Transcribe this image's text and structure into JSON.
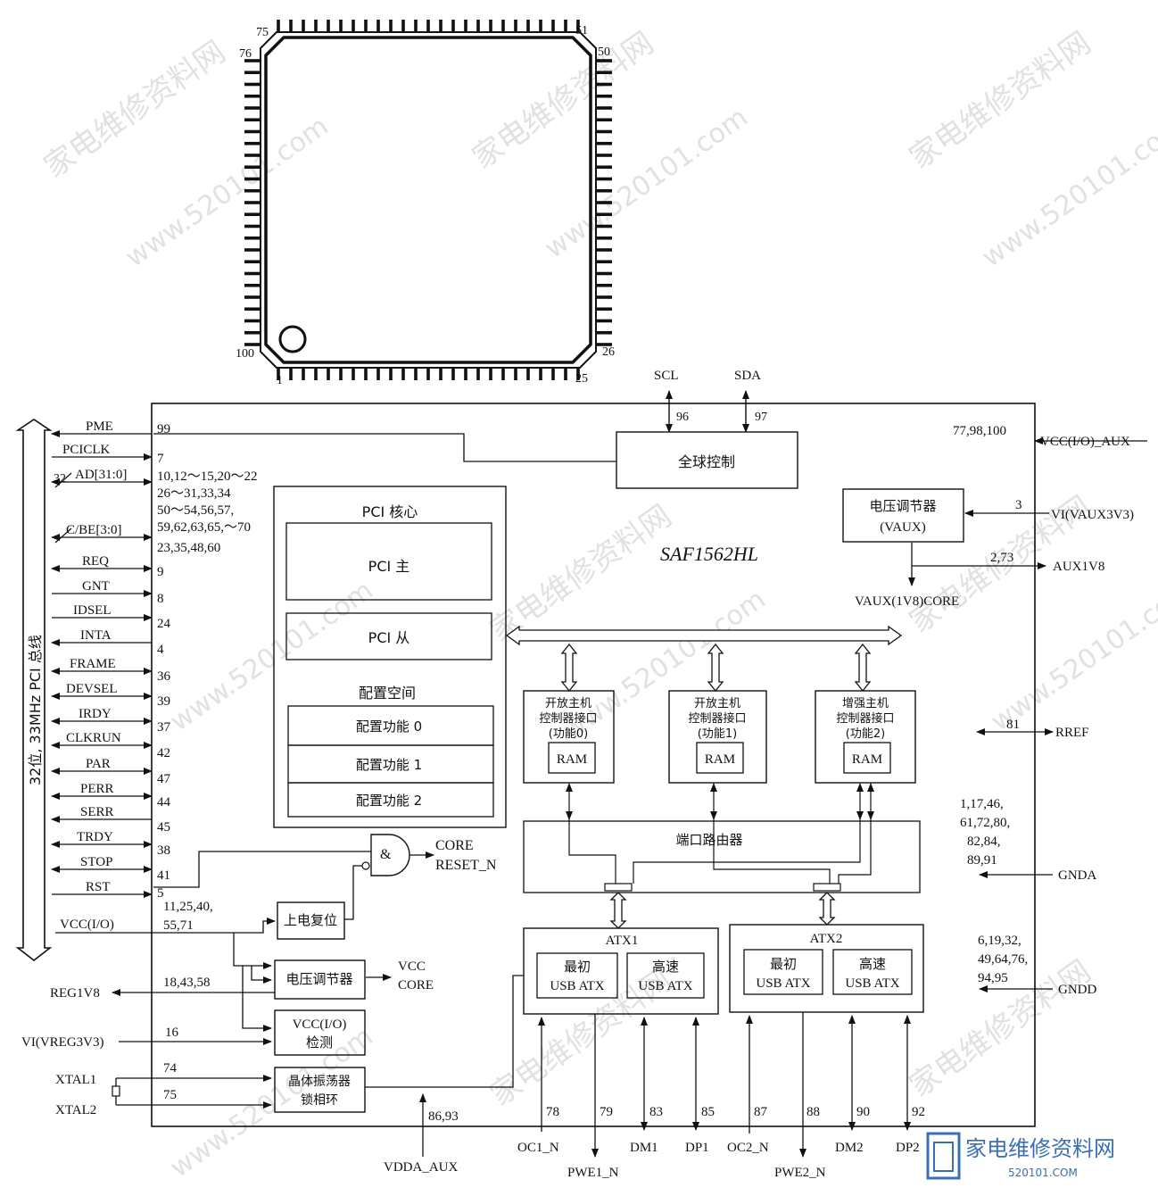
{
  "package": {
    "pin_labels": {
      "p75": "75",
      "p51": "51",
      "p76": "76",
      "p50": "50",
      "p100": "100",
      "p26": "26",
      "p1": "1",
      "p25": "25"
    }
  },
  "top_pins": {
    "scl": "SCL",
    "sda": "SDA",
    "scl_num": "96",
    "sda_num": "97"
  },
  "blocks": {
    "global_control": "全球控制",
    "chip_name": "SAF1562HL",
    "pci_core_title": "PCI 核心",
    "pci_master": "PCI 主",
    "pci_slave": "PCI 从",
    "config_space": "配置空间",
    "config_func0": "配置功能 0",
    "config_func1": "配置功能 1",
    "config_func2": "配置功能 2",
    "vreg_aux_line1": "电压调节器",
    "vreg_aux_line2": "(VAUX)",
    "ohci0": [
      "开放主机",
      "控制器接口",
      "(功能0)"
    ],
    "ohci1": [
      "开放主机",
      "控制器接口",
      "(功能1)"
    ],
    "ehci2": [
      "增强主机",
      "控制器接口",
      "(功能2)"
    ],
    "ram": "RAM",
    "port_router": "端口路由器",
    "atx1": "ATX1",
    "atx2": "ATX2",
    "orig_usb_line1": "最初",
    "hs_usb_line1": "高速",
    "usb_atx": "USB ATX",
    "and_symbol": "&",
    "core_reset": [
      "CORE",
      "RESET_N"
    ],
    "power_on_reset": "上电复位",
    "vreg_core": "电压调节器",
    "vcc_core": [
      "VCC",
      "CORE"
    ],
    "vcc_io_detect": [
      "VCC(I/O)",
      "检测"
    ],
    "xtal_pll": [
      "晶体振荡器",
      "锁相环"
    ]
  },
  "pci_bus": {
    "bus_label": "32位, 33MHz PCI 总线",
    "width_label": "32",
    "signals": [
      {
        "name": "PME",
        "pins": "99"
      },
      {
        "name": "PCICLK",
        "pins": "7"
      },
      {
        "name": "AD[31:0]",
        "pins": "10,12～15,20～22"
      },
      {
        "name": "",
        "pins": "26～31,33,34"
      },
      {
        "name": "",
        "pins": "50～54,56,57,"
      },
      {
        "name": "C/BE[3:0]",
        "pins": "59,62,63,65,～70"
      },
      {
        "name": "",
        "pins": "23,35,48,60"
      },
      {
        "name": "REQ",
        "pins": "9"
      },
      {
        "name": "GNT",
        "pins": "8"
      },
      {
        "name": "IDSEL",
        "pins": "24"
      },
      {
        "name": "INTA",
        "pins": "4"
      },
      {
        "name": "FRAME",
        "pins": "36"
      },
      {
        "name": "DEVSEL",
        "pins": "39"
      },
      {
        "name": "IRDY",
        "pins": "37"
      },
      {
        "name": "CLKRUN",
        "pins": "42"
      },
      {
        "name": "PAR",
        "pins": "47"
      },
      {
        "name": "PERR",
        "pins": "44"
      },
      {
        "name": "SERR",
        "pins": "45"
      },
      {
        "name": "TRDY",
        "pins": "38"
      },
      {
        "name": "STOP",
        "pins": "41"
      },
      {
        "name": "RST",
        "pins": "5"
      }
    ]
  },
  "left_pins": {
    "vcc_io": "VCC(I/O)",
    "vcc_io_pins_1": "11,25,40,",
    "vcc_io_pins_2": "55,71",
    "reg1v8": "REG1V8",
    "reg1v8_pins": "18,43,58",
    "vi_vreg": "VI(VREG3V3)",
    "vi_vreg_pin": "16",
    "xtal1": "XTAL1",
    "xtal1_pin": "74",
    "xtal2": "XTAL2",
    "xtal2_pin": "75"
  },
  "right_pins": {
    "vcc_io_aux": "VCC(I/O)_AUX",
    "vcc_io_aux_pins": "77,98,100",
    "vi_vaux": "VI(VAUX3V3)",
    "vi_vaux_pin": "3",
    "aux1v8": "AUX1V8",
    "aux1v8_pins": "2,73",
    "vaux_core": "VAUX(1V8)CORE",
    "rref": "RREF",
    "rref_pin": "81",
    "gnda": "GNDA",
    "gnda_pins": [
      "1,17,46,",
      "61,72,80,",
      "82,84,",
      "89,91"
    ],
    "gndd": "GNDD",
    "gndd_pins": [
      "6,19,32,",
      "49,64,76,",
      "94,95"
    ]
  },
  "bottom_pins": {
    "vdda_aux": "VDDA_AUX",
    "vdda_aux_pins": "86,93",
    "items": [
      {
        "name": "OC1_N",
        "pin": "78"
      },
      {
        "name": "PWE1_N",
        "pin": "79"
      },
      {
        "name": "DM1",
        "pin": "83"
      },
      {
        "name": "DP1",
        "pin": "85"
      },
      {
        "name": "OC2_N",
        "pin": "87"
      },
      {
        "name": "PWE2_N",
        "pin": "88"
      },
      {
        "name": "DM2",
        "pin": "90"
      },
      {
        "name": "DP2",
        "pin": "92"
      }
    ]
  },
  "watermark": {
    "text_cn": "家电维修资料网",
    "text_url": "www.520101.com",
    "logo_cn": "家电维修资料网",
    "logo_url": "520101.COM"
  }
}
